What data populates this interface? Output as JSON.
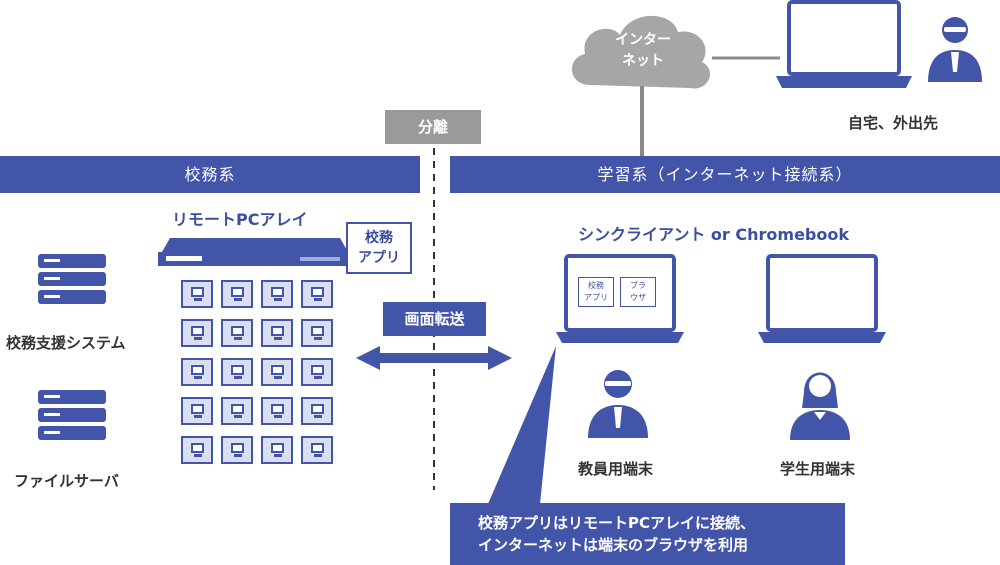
{
  "separation_label": "分離",
  "internet_label_line1": "インター",
  "internet_label_line2": "ネット",
  "home_label": "自宅、外出先",
  "band_left": "校務系",
  "band_right": "学習系（インターネット接続系）",
  "remote_pc_array_label": "リモートPCアレイ",
  "kouma_app_line1": "校務",
  "kouma_app_line2": "アプリ",
  "screen_transfer_label": "画面転送",
  "admin_system_label": "校務支援システム",
  "file_server_label": "ファイルサーバ",
  "client_label": "シンクライアント or Chromebook",
  "laptop_app_line1": "校務",
  "laptop_app_line2": "アプリ",
  "laptop_browser_line1": "ブラ",
  "laptop_browser_line2": "ウザ",
  "teacher_label": "教員用端末",
  "student_label": "学生用端末",
  "callout_line1": "校務アプリはリモートPCアレイに接続、",
  "callout_line2": "インターネットは端末のブラウザを利用",
  "colors": {
    "primary": "#4355a8",
    "gray": "#9a9a9a",
    "light_blue": "#d9dff1"
  }
}
